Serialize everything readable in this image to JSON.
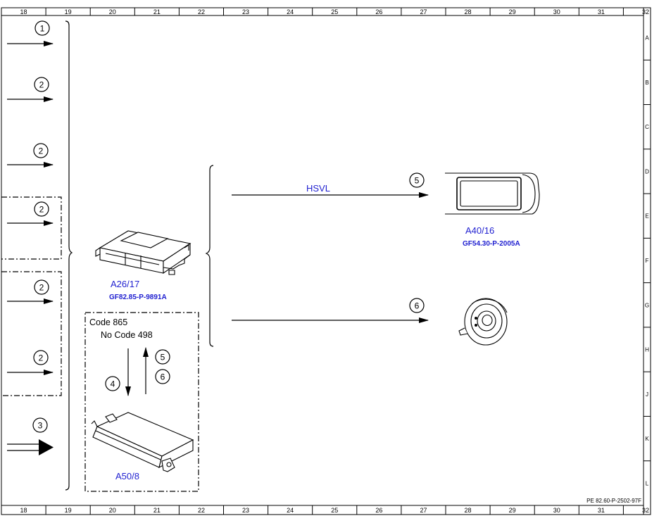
{
  "frame": {
    "top_numbers": [
      "18",
      "19",
      "20",
      "21",
      "22",
      "23",
      "24",
      "25",
      "26",
      "27",
      "28",
      "29",
      "30",
      "31",
      "32"
    ],
    "bottom_numbers": [
      "18",
      "19",
      "20",
      "21",
      "22",
      "23",
      "24",
      "25",
      "26",
      "27",
      "28",
      "29",
      "30",
      "31",
      "32"
    ],
    "side_letters": [
      "A",
      "B",
      "C",
      "D",
      "E",
      "F",
      "G",
      "H",
      "J",
      "K",
      "L"
    ],
    "doc_id": "PE 82.60-P-2502-97F"
  },
  "left_inputs": [
    "1",
    "2",
    "2",
    "2",
    "2",
    "2",
    "3"
  ],
  "modules": {
    "a26": {
      "label": "A26/17",
      "doc": "GF82.85-P-9891A"
    },
    "a40": {
      "label": "A40/16",
      "doc": "GF54.30-P-2005A"
    },
    "a50": {
      "label": "A50/8"
    }
  },
  "code_box": {
    "line1": "Code 865",
    "line2": "No Code 498",
    "down_ref": "4",
    "up_refs": [
      "5",
      "6"
    ]
  },
  "outputs": [
    {
      "label": "HSVL",
      "ref": "5"
    },
    {
      "label": "",
      "ref": "6"
    }
  ],
  "colors": {
    "label_blue": "#1f1fd0",
    "line": "#000000"
  }
}
